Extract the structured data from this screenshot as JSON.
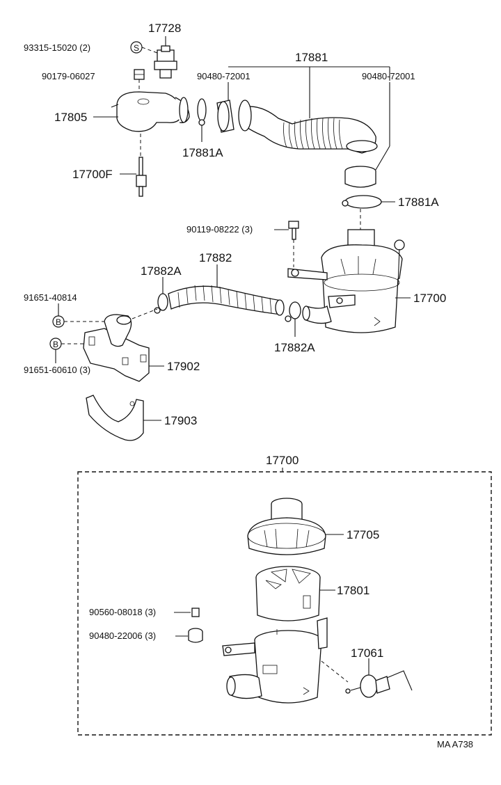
{
  "labels": {
    "p17728": "17728",
    "p93315": "93315-15020 (2)",
    "p90179": "90179-06027",
    "p17805": "17805",
    "p17700F": "17700F",
    "p17881A_top": "17881A",
    "p17881": "17881",
    "p90480_left": "90480-72001",
    "p90480_right": "90480-72001",
    "p17881A_right": "17881A",
    "p90119": "90119-08222 (3)",
    "p17882": "17882",
    "p17882A_left": "17882A",
    "p17882A_bottom": "17882A",
    "p91651_a": "91651-40814",
    "p91651_b": "91651-60610 (3)",
    "p17902": "17902",
    "p17903": "17903",
    "p17700_right": "17700",
    "p17700_box": "17700",
    "p17705": "17705",
    "p17801": "17801",
    "p90560": "90560-08018 (3)",
    "p90480_22006": "90480-22006 (3)",
    "p17061": "17061",
    "ref": "MA  A738"
  },
  "markers": {
    "s": "S",
    "b1": "B",
    "b2": "B"
  }
}
